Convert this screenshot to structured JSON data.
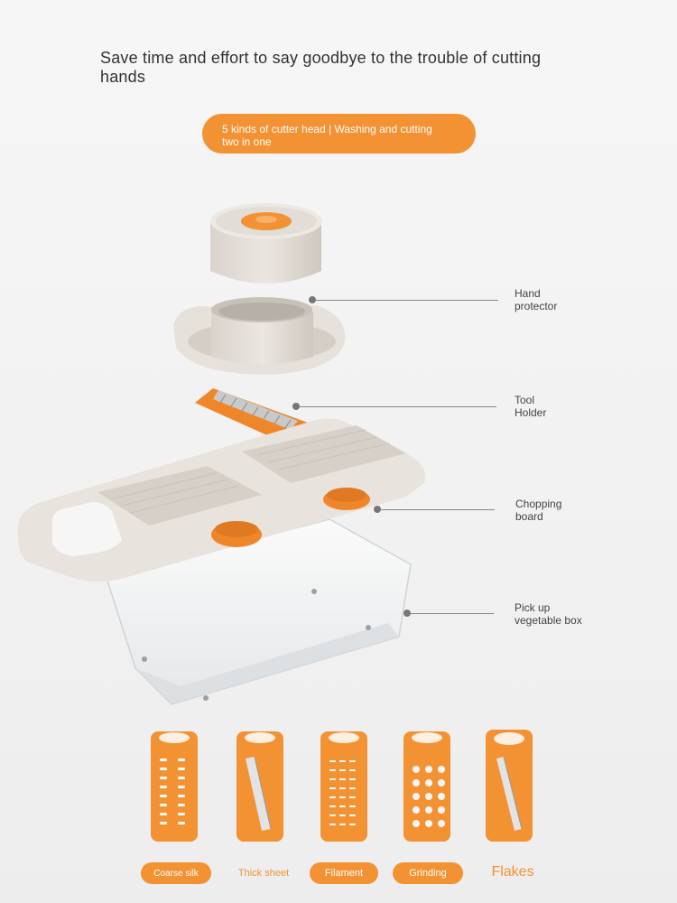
{
  "headline": "Save time and effort to say goodbye to the trouble of cutting hands",
  "banner": "5 kinds of cutter head | Washing and cutting two in one",
  "callouts": {
    "hand_protector": "Hand\nprotector",
    "tool_holder": "Tool\nHolder",
    "chopping_board": "Chopping\nboard",
    "vegetable_box": "Pick up\nvegetable box"
  },
  "blades": [
    {
      "label": "Coarse silk"
    },
    {
      "label": "Thick sheet"
    },
    {
      "label": "Filament"
    },
    {
      "label": "Grinding"
    },
    {
      "label": "Flakes"
    }
  ],
  "colors": {
    "accent": "#f39233",
    "product_body": "#e7e2dc",
    "background": "#f3f3f3"
  }
}
